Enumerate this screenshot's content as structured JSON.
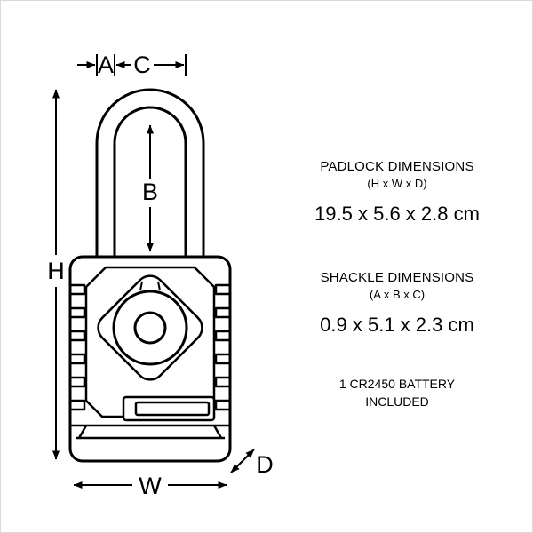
{
  "colors": {
    "line": "#000000",
    "background": "#ffffff"
  },
  "diagram": {
    "dimension_labels": {
      "a": "A",
      "b": "B",
      "c": "C",
      "h": "H",
      "w": "W",
      "d": "D"
    }
  },
  "specs": {
    "padlock": {
      "title": "PADLOCK DIMENSIONS",
      "formula": "(H x W x D)",
      "value": "19.5 x 5.6 x 2.8 cm"
    },
    "shackle": {
      "title": "SHACKLE DIMENSIONS",
      "formula": "(A x B x C)",
      "value": "0.9 x 5.1 x 2.3 cm"
    },
    "battery": {
      "line1": "1 CR2450 BATTERY",
      "line2": "INCLUDED"
    }
  }
}
